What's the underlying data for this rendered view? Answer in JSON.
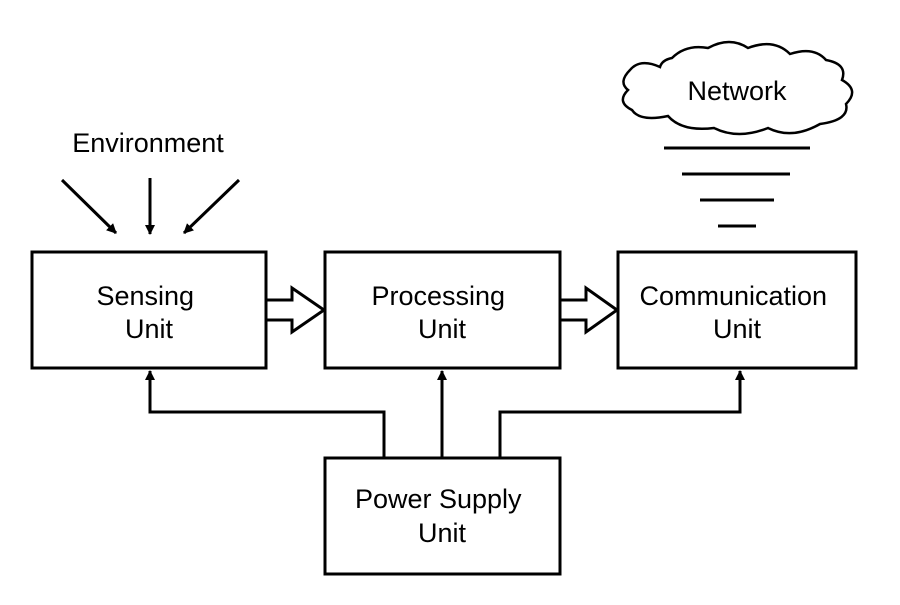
{
  "environment": {
    "label": "Environment"
  },
  "network": {
    "label": "Network"
  },
  "units": {
    "sensing": {
      "line1": "Sensing",
      "line2": "Unit"
    },
    "processing": {
      "line1": "Processing",
      "line2": "Unit"
    },
    "communication": {
      "line1": "Communication",
      "line2": "Unit"
    },
    "power": {
      "line1": "Power Supply",
      "line2": "Unit"
    }
  }
}
